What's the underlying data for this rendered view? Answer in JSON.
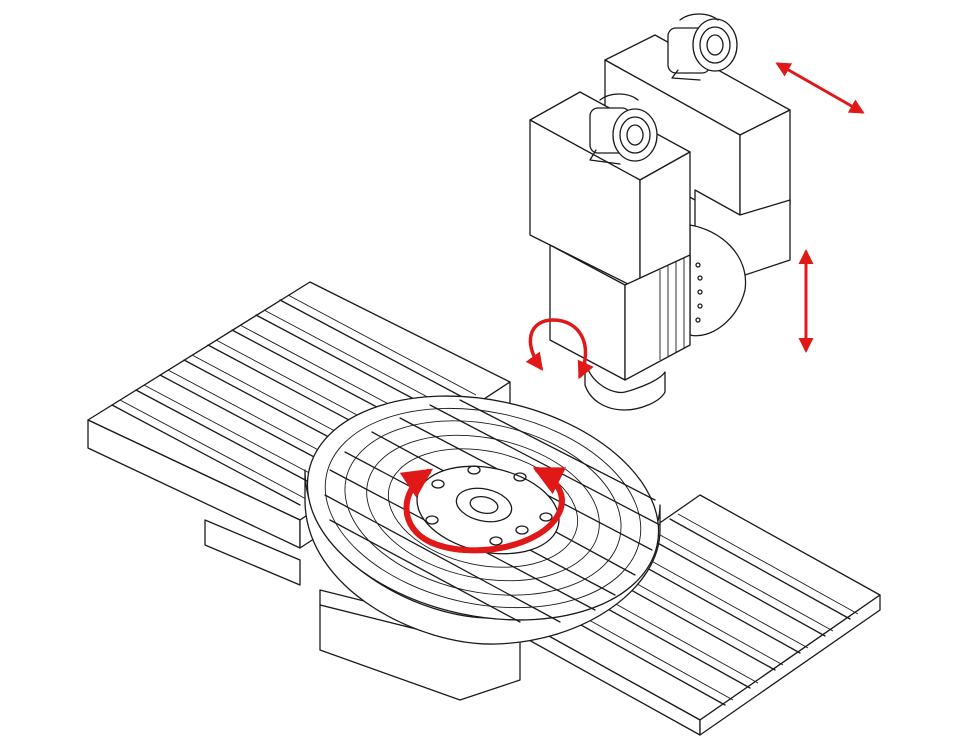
{
  "diagram": {
    "subject": "machine-tool-axes",
    "parts": [
      "upper-spindle-head",
      "lower-spindle-head",
      "left-table-extension",
      "rotary-table",
      "right-table-extension"
    ],
    "motions": [
      {
        "name": "linear-horizontal-axis",
        "kind": "linear"
      },
      {
        "name": "linear-vertical-axis",
        "kind": "linear"
      },
      {
        "name": "spindle-rotation",
        "kind": "rotary"
      },
      {
        "name": "table-rotation",
        "kind": "rotary"
      }
    ]
  },
  "colors": {
    "line": "#1a1a1a",
    "motion_arrow": "#e01818",
    "background": "#ffffff"
  }
}
